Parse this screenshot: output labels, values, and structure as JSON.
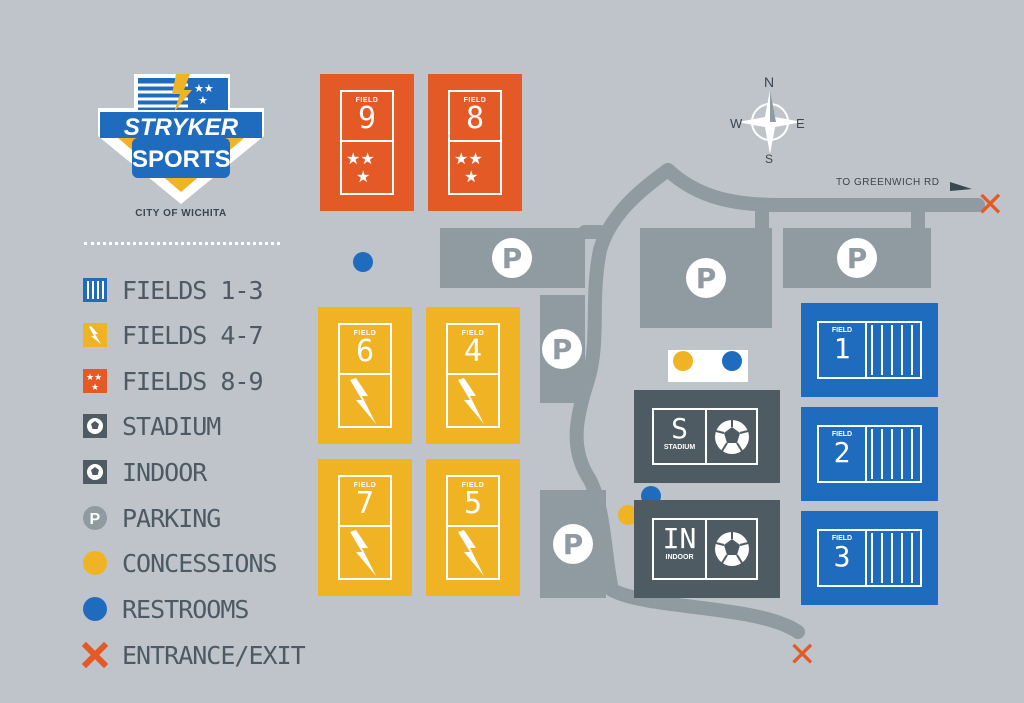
{
  "brand": {
    "name_line1": "STRYKER",
    "name_line2": "SPORTS",
    "subtitle": "CITY OF WICHITA"
  },
  "compass": {
    "n": "N",
    "s": "S",
    "e": "E",
    "w": "W"
  },
  "road_label": "TO GREENWICH RD",
  "field_label": "FIELD",
  "parking_symbol": "P",
  "buildings": {
    "stadium": {
      "code": "S",
      "name": "STADIUM"
    },
    "indoor": {
      "code": "IN",
      "name": "INDOOR"
    }
  },
  "fields": {
    "f9": "9",
    "f8": "8",
    "f6": "6",
    "f4": "4",
    "f7": "7",
    "f5": "5",
    "f1": "1",
    "f2": "2",
    "f3": "3"
  },
  "legend": [
    {
      "icon": "fields-1-3-icon",
      "label": "FIELDS 1-3"
    },
    {
      "icon": "fields-4-7-icon",
      "label": "FIELDS 4-7"
    },
    {
      "icon": "fields-8-9-icon",
      "label": "FIELDS 8-9"
    },
    {
      "icon": "stadium-icon",
      "label": "STADIUM"
    },
    {
      "icon": "indoor-icon",
      "label": "INDOOR"
    },
    {
      "icon": "parking-icon",
      "label": "PARKING"
    },
    {
      "icon": "concessions-icon",
      "label": "CONCESSIONS"
    },
    {
      "icon": "restrooms-icon",
      "label": "RESTROOMS"
    },
    {
      "icon": "entrance-exit-icon",
      "label": "ENTRANCE/EXIT"
    }
  ],
  "colors": {
    "background": "#bfc4ca",
    "fields_8_9": "#e35a27",
    "fields_4_7": "#f0b323",
    "fields_1_3": "#1f6cbf",
    "parking": "#8f9aa1",
    "building": "#4f5b62",
    "road": "#8f9aa1",
    "legend_text": "#4d5a63"
  }
}
